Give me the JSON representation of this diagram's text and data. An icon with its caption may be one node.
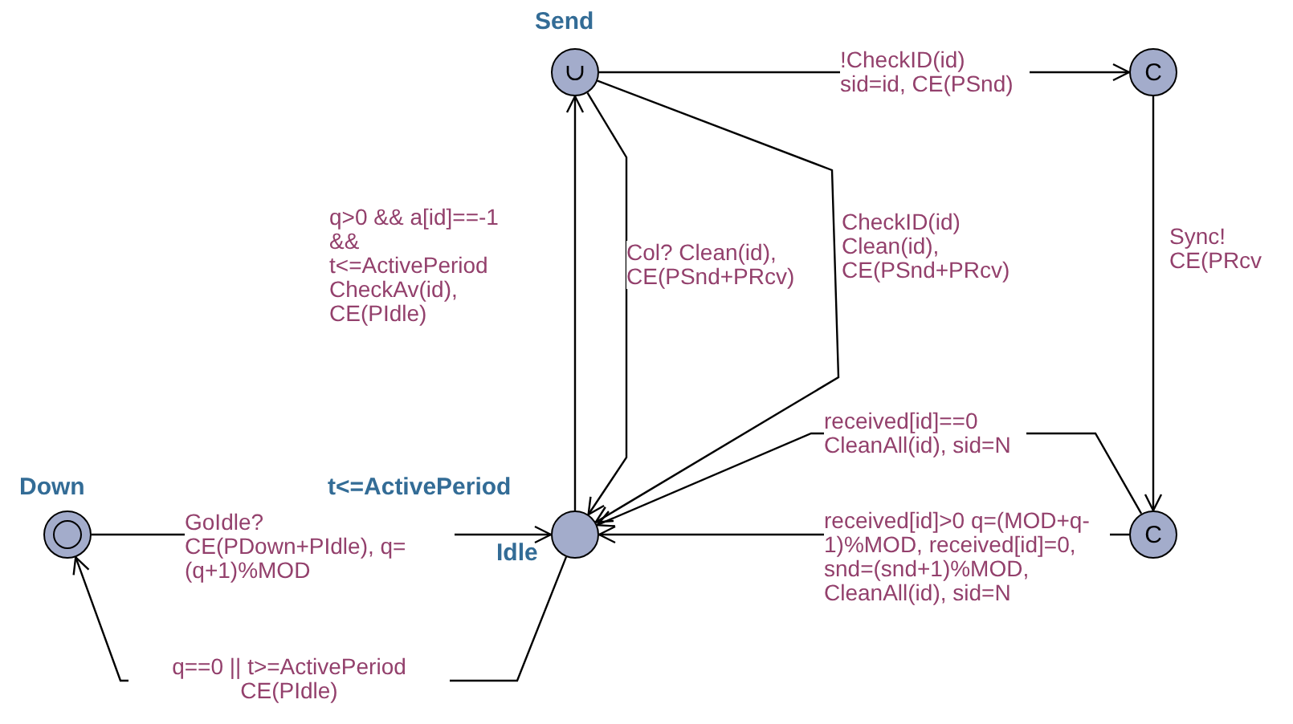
{
  "diagram": {
    "nodes": [
      {
        "text": [
          "Send"
        ]
      },
      {
        "text": [
          "C"
        ]
      },
      {
        "text": [
          "Down"
        ]
      },
      {
        "text": [
          "Idle"
        ],
        "beside": [
          "t<=ActivePeriod"
        ]
      },
      {
        "text": [
          "C"
        ]
      }
    ],
    "edges": [
      {
        "from": 0,
        "to": 1,
        "arrow": "to",
        "label": "!CheckID(id) sid=id, CE(PSnd)"
      },
      {
        "from": 3,
        "to": 0,
        "arrow": "to",
        "label": "q>0 && a[id]==-1 && t<=ActivePeriod CheckAv(id), CE(PIdle)"
      },
      {
        "from": 0,
        "to": 3,
        "arrow": "to",
        "label": "Col? Clean(id), CE(PSnd+PRcv)"
      },
      {
        "from": 0,
        "to": 3,
        "arrow": "to",
        "label": "CheckID(id) Clean(id), CE(PSnd+PRcv)"
      },
      {
        "from": 1,
        "to": 4,
        "arrow": "to",
        "label": "Sync! CE(PRcv"
      },
      {
        "from": 4,
        "to": 3,
        "arrow": "to",
        "label": "received[id]==0 CleanAll(id), sid=N"
      },
      {
        "from": 4,
        "to": 3,
        "arrow": "to",
        "label": "received[id]>0 q=(MOD+q-1)%MOD, received[id]=0, snd=(snd+1)%MOD, CleanAll(id), sid=N"
      },
      {
        "from": 2,
        "to": 3,
        "arrow": "to",
        "label": "GoIdle? CE(PDown+PIdle), q=(q+1)%MOD"
      },
      {
        "from": 3,
        "to": 2,
        "arrow": "to",
        "label": "q==0 || t>=ActivePeriod CE(PIdle)"
      }
    ]
  }
}
